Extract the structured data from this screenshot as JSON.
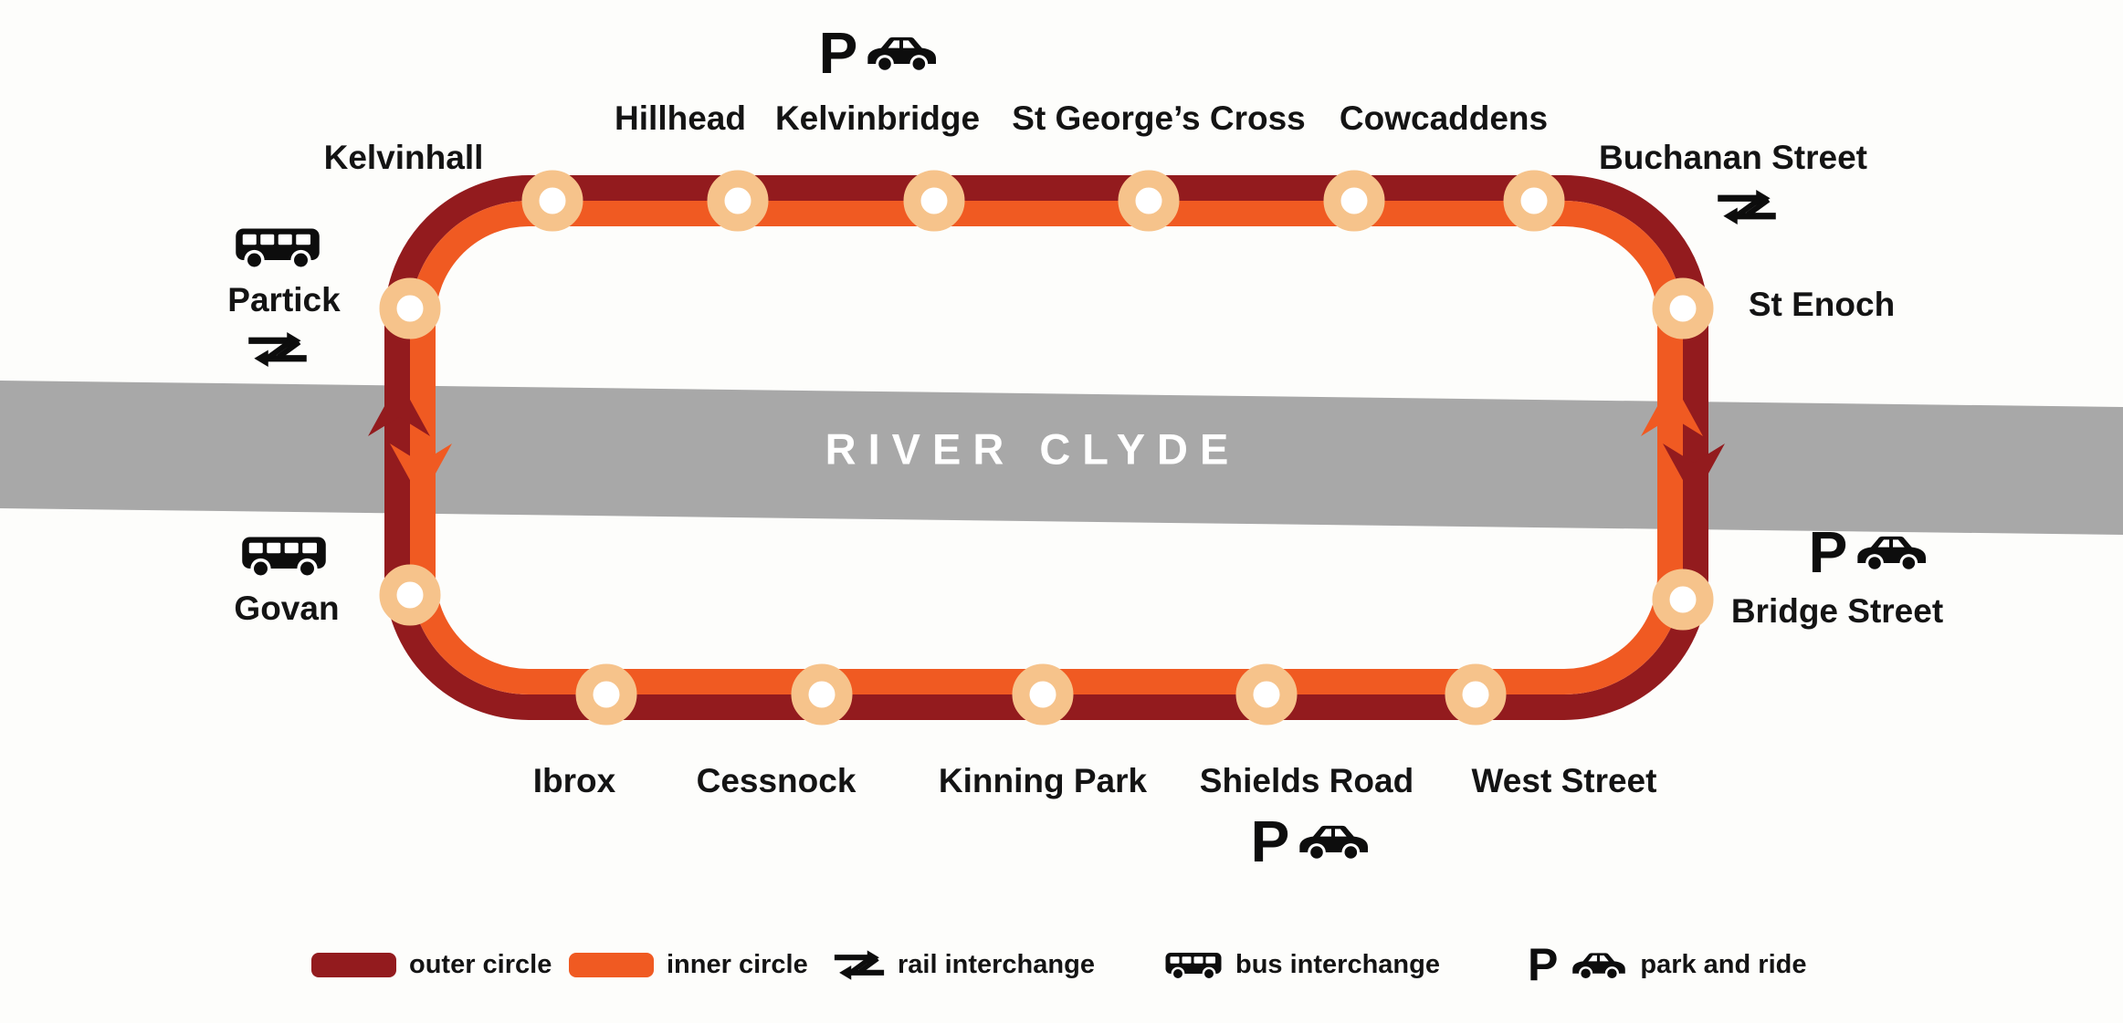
{
  "map": {
    "river_label": "RIVER CLYDE"
  },
  "lines": {
    "outer": {
      "name": "outer circle",
      "color": "#931b1e"
    },
    "inner": {
      "name": "inner circle",
      "color": "#f05a22"
    }
  },
  "stations": [
    {
      "name": "Kelvinhall"
    },
    {
      "name": "Hillhead"
    },
    {
      "name": "Kelvinbridge",
      "facilities": [
        "park and ride"
      ]
    },
    {
      "name": "St George’s Cross"
    },
    {
      "name": "Cowcaddens"
    },
    {
      "name": "Buchanan Street",
      "facilities": [
        "rail interchange"
      ]
    },
    {
      "name": "St Enoch"
    },
    {
      "name": "Bridge Street",
      "facilities": [
        "park and ride"
      ]
    },
    {
      "name": "West Street"
    },
    {
      "name": "Shields Road",
      "facilities": [
        "park and ride"
      ]
    },
    {
      "name": "Kinning Park"
    },
    {
      "name": "Cessnock"
    },
    {
      "name": "Ibrox"
    },
    {
      "name": "Govan",
      "facilities": [
        "bus interchange"
      ]
    },
    {
      "name": "Partick",
      "facilities": [
        "bus interchange",
        "rail interchange"
      ]
    }
  ],
  "legend": {
    "items": [
      {
        "id": "outer-circle",
        "label": "outer circle"
      },
      {
        "id": "inner-circle",
        "label": "inner circle"
      },
      {
        "id": "rail-interchange",
        "label": "rail interchange"
      },
      {
        "id": "bus-interchange",
        "label": "bus interchange"
      },
      {
        "id": "park-and-ride",
        "label": "park and ride"
      }
    ]
  },
  "icons": {
    "park_and_ride_letter": "P"
  },
  "colors": {
    "outer_circle": "#931b1e",
    "inner_circle": "#f05a22",
    "station_ring": "#f6c38b",
    "river": "#a8a8a8",
    "text": "#141414",
    "river_text": "#ffffff"
  }
}
